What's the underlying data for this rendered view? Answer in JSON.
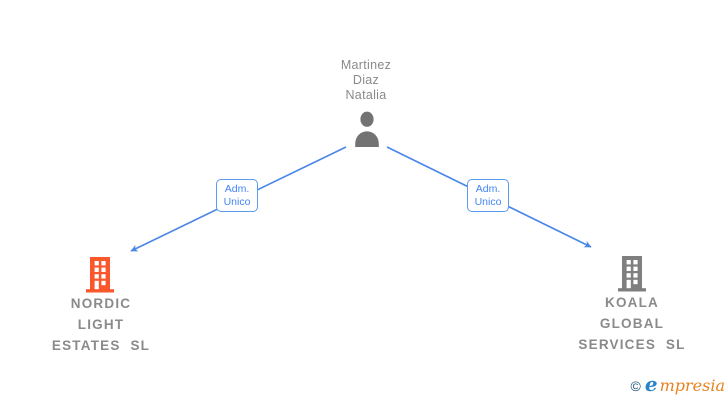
{
  "person": {
    "name_line1": "Martinez",
    "name_line2": "Diaz",
    "name_line3": "Natalia"
  },
  "relations": {
    "left": {
      "line1": "Adm.",
      "line2": "Unico"
    },
    "right": {
      "line1": "Adm.",
      "line2": "Unico"
    }
  },
  "companies": {
    "left": {
      "line1": "NORDIC",
      "line2": "LIGHT",
      "line3": "ESTATES  SL"
    },
    "right": {
      "line1": "KOALA",
      "line2": "GLOBAL",
      "line3": "SERVICES  SL"
    }
  },
  "footer": {
    "copyright_symbol": "©",
    "brand_initial": "e",
    "brand_rest": "mpresia"
  },
  "icons": {
    "person": "person-silhouette-icon",
    "company_left": "building-icon",
    "company_right": "building-icon"
  },
  "colors": {
    "arrow_blue": "#4a86e8",
    "relation_label_blue": "#4285f4",
    "company_left_orange": "#fa572c",
    "company_right_gray": "#7f7f7f",
    "person_gray": "#737373",
    "text_gray": "#8a8a8a",
    "brand_copyright_blue": "#1a5276",
    "brand_e_blue": "#2a85c8",
    "brand_text_orange": "#e8821e"
  }
}
